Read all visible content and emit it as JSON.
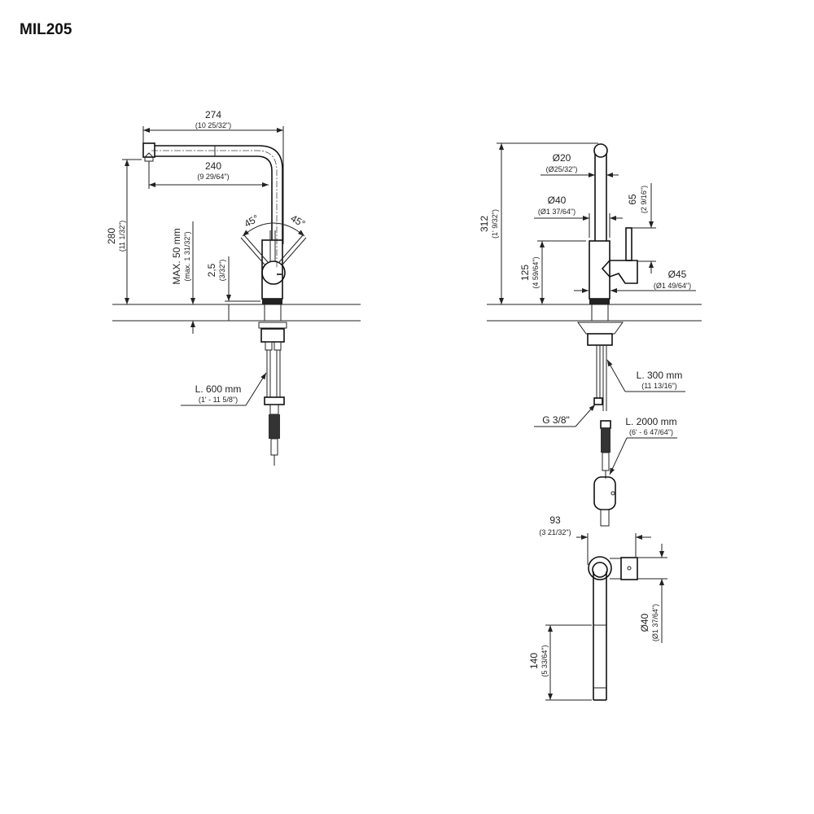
{
  "title": "MIL205",
  "side_view": {
    "width_total": {
      "mm": "274",
      "in": "(10 25/32\")"
    },
    "reach": {
      "mm": "240",
      "in": "(9 29/64\")"
    },
    "height": {
      "mm": "280",
      "in": "(11 1/32\")"
    },
    "max_thickness": {
      "mm": "MAX. 50 mm",
      "in": "(max. 1 31/32\")"
    },
    "base_gap": {
      "mm": "2,5",
      "in": "(3/32\")"
    },
    "angle_left": "45°",
    "angle_right": "45°",
    "hose": {
      "mm": "L. 600 mm",
      "in": "(1' - 11 5/8\")"
    }
  },
  "front_view": {
    "height": {
      "mm": "312",
      "in": "(1' 9/32\")"
    },
    "spout_dia": {
      "mm": "Ø20",
      "in": "(Ø25/32\")"
    },
    "body_dia": {
      "mm": "Ø40",
      "in": "(Ø1 37/64\")"
    },
    "handle_height": {
      "mm": "65",
      "in": "(2 9/16\")"
    },
    "body_height": {
      "mm": "125",
      "in": "(4 59/64\")"
    },
    "base_dia": {
      "mm": "Ø45",
      "in": "(Ø1 49/64\")"
    },
    "hose_short": {
      "mm": "L. 300 mm",
      "in": "(11 13/16\")"
    },
    "thread": "G 3/8\"",
    "hose_long": {
      "mm": "L. 2000 mm",
      "in": "(6' - 6 47/64\")"
    }
  },
  "top_view": {
    "depth": {
      "mm": "93",
      "in": "(3 21/32\")"
    },
    "dia": {
      "mm": "Ø40",
      "in": "(Ø1 37/64\")"
    },
    "spout_length": {
      "mm": "140",
      "in": "(5 33/64\")"
    }
  }
}
